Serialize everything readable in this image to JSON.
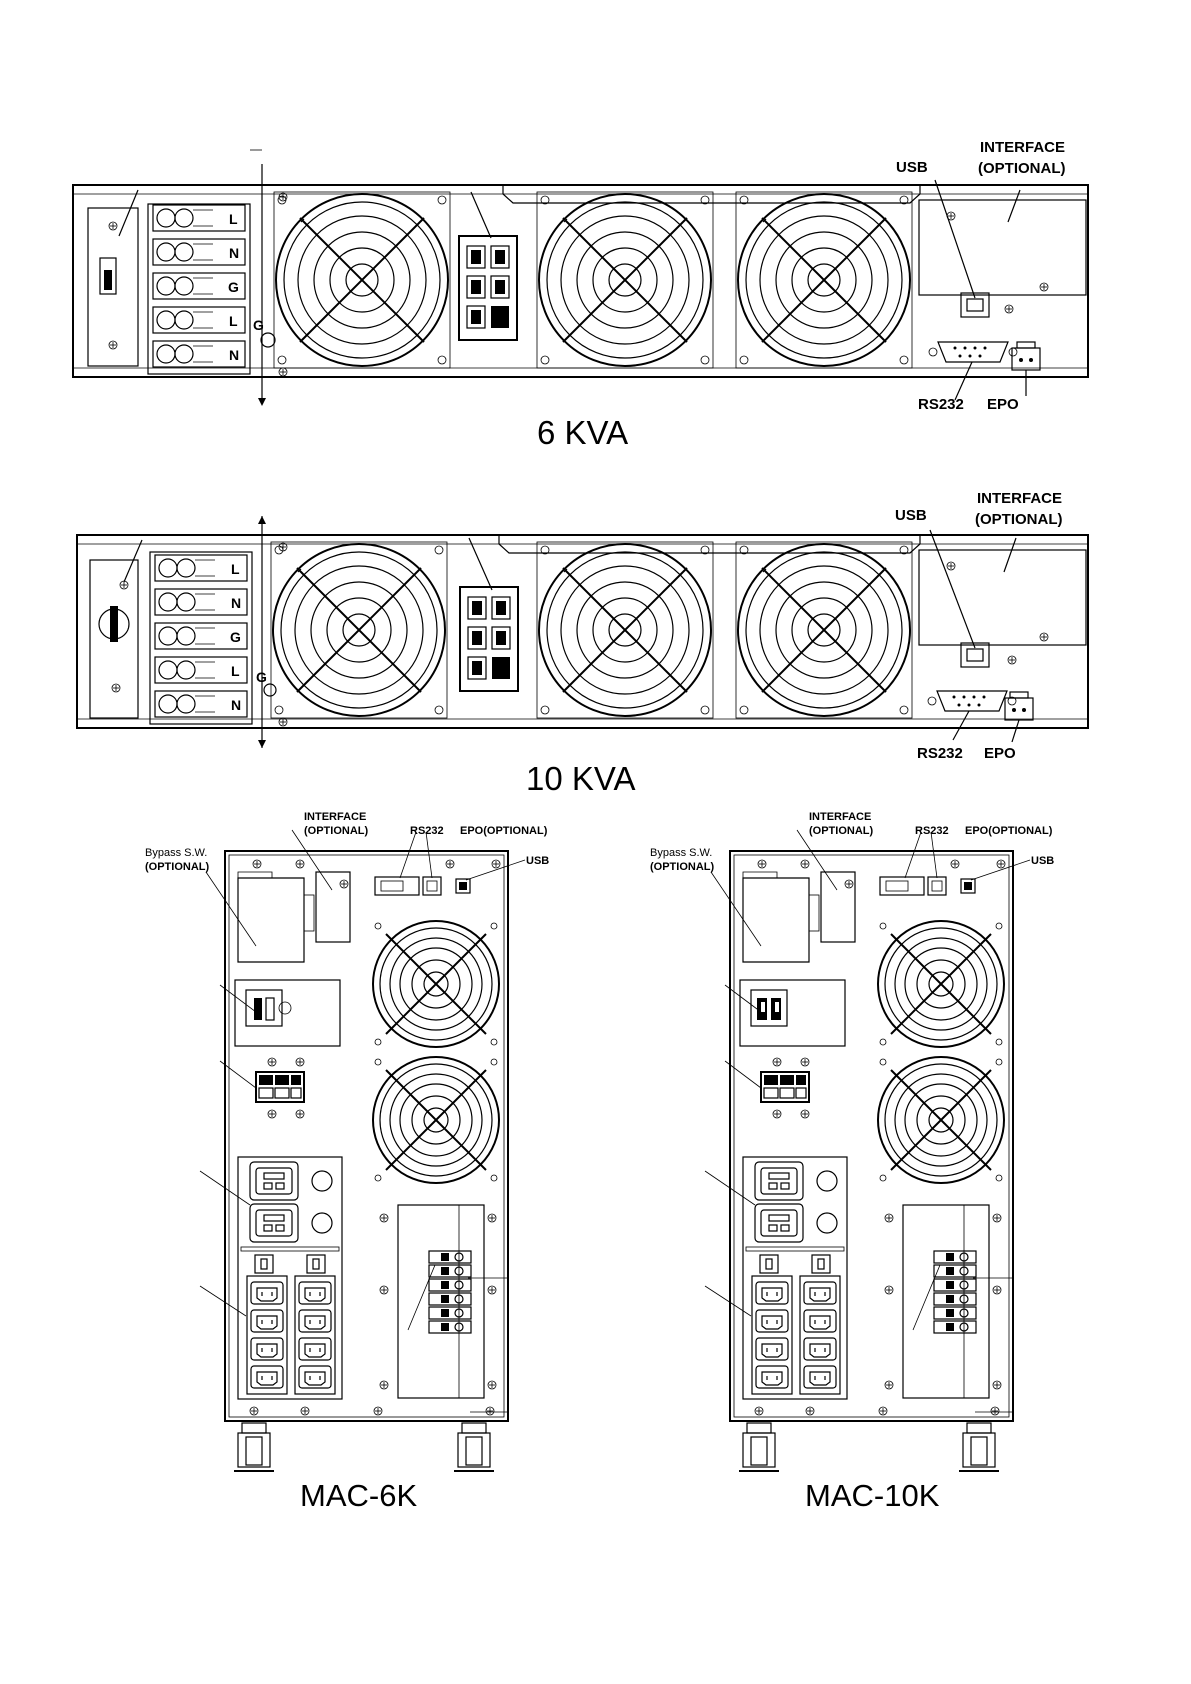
{
  "panels": {
    "kva6": {
      "title": "6 KVA",
      "terminals": [
        "L",
        "N",
        "G",
        "L",
        "N"
      ],
      "ground_label": "G",
      "usb": "USB",
      "interface": [
        "INTERFACE",
        "(OPTIONAL)"
      ],
      "rs232": "RS232",
      "epo": "EPO"
    },
    "kva10": {
      "title": "10 KVA",
      "terminals": [
        "L",
        "N",
        "G",
        "L",
        "N"
      ],
      "ground_label": "G",
      "usb": "USB",
      "interface": [
        "INTERFACE",
        "(OPTIONAL)"
      ],
      "rs232": "RS232",
      "epo": "EPO"
    },
    "mac6k": {
      "title": "MAC-6K",
      "interface": [
        "INTERFACE",
        "(OPTIONAL)"
      ],
      "bypass": [
        "Bypass S.W.",
        "(OPTIONAL)"
      ],
      "rs232": "RS232",
      "epo": "EPO(OPTIONAL)",
      "usb": "USB"
    },
    "mac10k": {
      "title": "MAC-10K",
      "interface": [
        "INTERFACE",
        "(OPTIONAL)"
      ],
      "bypass": [
        "Bypass S.W.",
        "(OPTIONAL)"
      ],
      "rs232": "RS232",
      "epo": "EPO(OPTIONAL)",
      "usb": "USB"
    }
  }
}
